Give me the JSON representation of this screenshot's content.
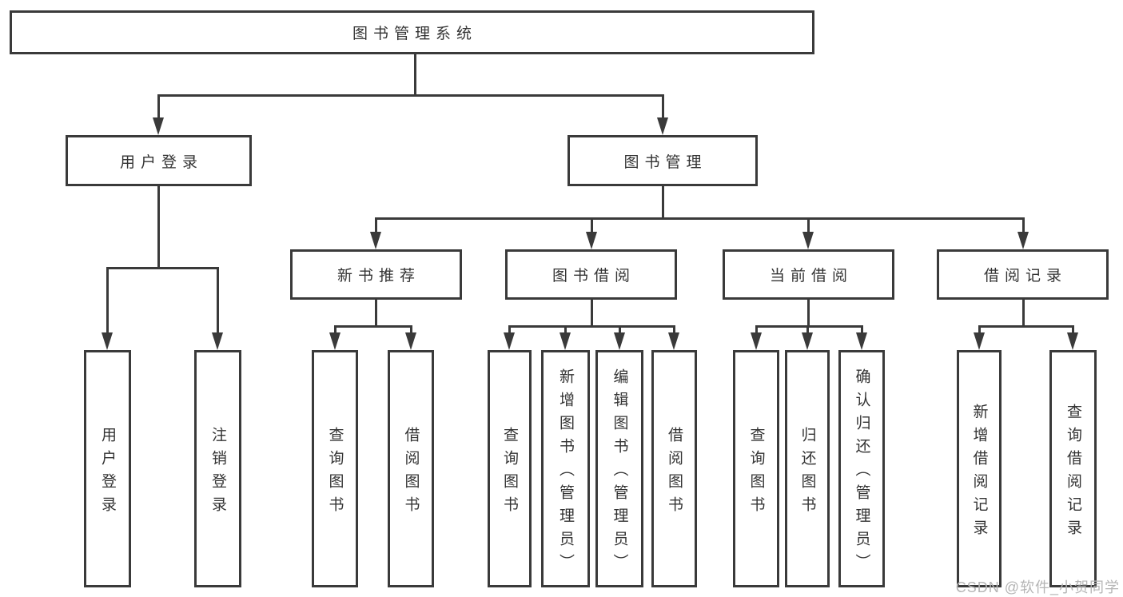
{
  "colors": {
    "line": "#3a3a3a",
    "box_border": "#3a3a3a",
    "text": "#333333",
    "watermark_text": "#b5b5b5",
    "background": "#ffffff"
  },
  "tree": {
    "root": "图书管理系统",
    "branches": [
      {
        "label": "用户登录",
        "children": [
          "用户登录",
          "注销登录"
        ]
      },
      {
        "label": "图书管理",
        "groups": [
          {
            "label": "新书推荐",
            "children": [
              "查询图书",
              "借阅图书"
            ]
          },
          {
            "label": "图书借阅",
            "children": [
              "查询图书",
              "新增图书（管理员）",
              "编辑图书（管理员）",
              "借阅图书"
            ]
          },
          {
            "label": "当前借阅",
            "children": [
              "查询图书",
              "归还图书",
              "确认归还（管理员）"
            ]
          },
          {
            "label": "借阅记录",
            "children": [
              "新增借阅记录",
              "查询借阅记录"
            ]
          }
        ]
      }
    ]
  },
  "watermark": {
    "text": "CSDN @软件_小贺同学"
  }
}
